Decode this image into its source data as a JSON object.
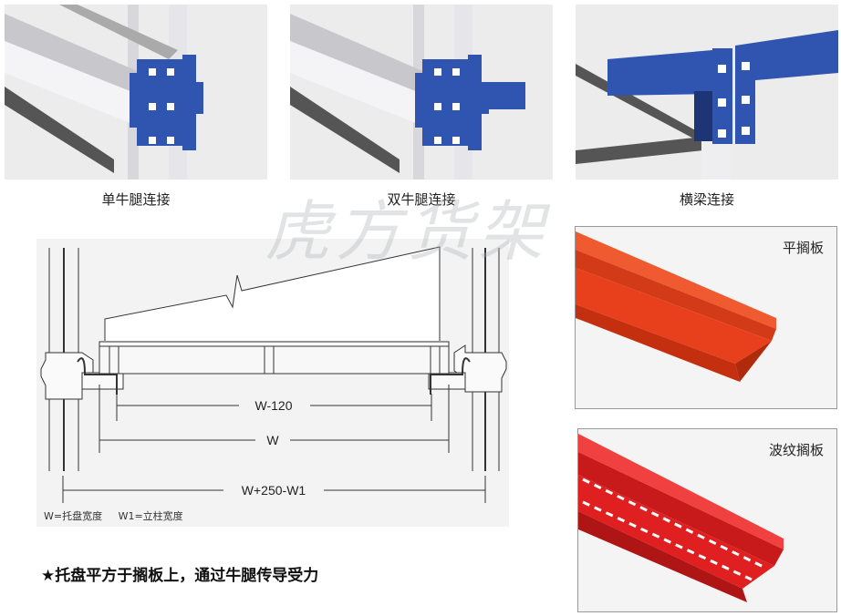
{
  "photos": [
    {
      "caption": "单牛腿连接"
    },
    {
      "caption": "双牛腿连接"
    },
    {
      "caption": "横梁连接"
    }
  ],
  "watermark": "虎方货架",
  "diagram": {
    "labels": {
      "inner": "W-120",
      "middle": "W",
      "outer": "W+250-W1"
    },
    "legend": {
      "w": "W=托盘宽度",
      "w1": "W1=立柱宽度"
    }
  },
  "panels": [
    {
      "label": "平搁板",
      "color": "#e8401c"
    },
    {
      "label": "波纹搁板",
      "color": "#e02020"
    }
  ],
  "note": "★托盘平方于搁板上，通过牛腿传导受力",
  "colors": {
    "beam_blue": "#2f55b0",
    "upright": "#e8e8ea"
  }
}
